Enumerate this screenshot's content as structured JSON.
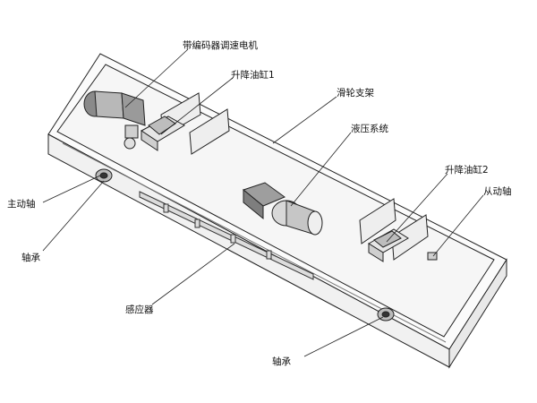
{
  "labels": {
    "encoder_motor": "带编码器调速电机",
    "lift_cylinder_1": "升降油缸1",
    "pulley_frame": "滑轮支架",
    "hydraulic_system": "液压系统",
    "lift_cylinder_2": "升降油缸2",
    "driven_shaft": "从动轴",
    "drive_shaft": "主动轴",
    "bearing_left": "轴承",
    "sensor": "感应器",
    "bearing_bottom": "轴承"
  }
}
